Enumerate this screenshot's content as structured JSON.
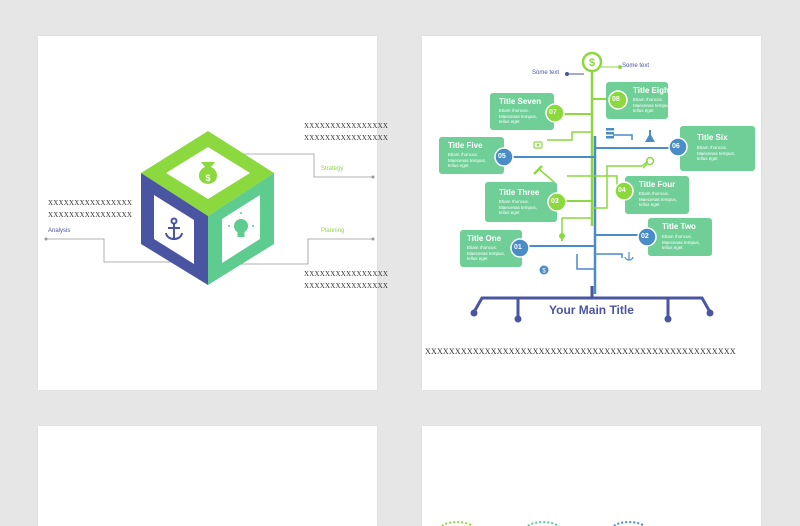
{
  "card1": {
    "placeholders": [
      "XXXXXXXXXXXXXXXX",
      "XXXXXXXXXXXXXXXX",
      "XXXXXXXXXXXXXXXX",
      "XXXXXXXXXXXXXXXX",
      "XXXXXXXXXXXXXXXX",
      "XXXXXXXXXXXXXXXX"
    ],
    "labels": {
      "analysis": "Analysis",
      "strategy": "Strategy",
      "planning": "Planning"
    },
    "colors": {
      "green": "#8cd93f",
      "teal": "#5ecb8f",
      "indigo": "#4a55a2"
    }
  },
  "card2": {
    "some_text_left": "Some text",
    "some_text_right": "Some text",
    "main_title": "Your Main Title",
    "caption": "XXXXXXXXXXXXXXXXXXXXXXXXXXXXXXXXXXXXXXXXXXXXXXXXXXXX",
    "body_text": "Etiam rhoncus. Maecenas tempus, tellus eget",
    "items": [
      {
        "num": "07",
        "title": "Title Seven"
      },
      {
        "num": "08",
        "title": "Title Eight"
      },
      {
        "num": "05",
        "title": "Title Five"
      },
      {
        "num": "06",
        "title": "Title Six"
      },
      {
        "num": "03",
        "title": "Title Three"
      },
      {
        "num": "04",
        "title": "Title Four"
      },
      {
        "num": "01",
        "title": "Title One"
      },
      {
        "num": "02",
        "title": "Title Two"
      }
    ],
    "colors": {
      "bubble": "#6fcf97",
      "lime": "#8cd93f",
      "blue": "#4a8cc7",
      "indigo": "#4a55a2"
    }
  },
  "icons": [
    "money-bag-icon",
    "anchor-icon",
    "lightbulb-icon",
    "dollar-icon",
    "magnifier-icon",
    "flask-icon",
    "coins-icon",
    "pencil-icon"
  ]
}
